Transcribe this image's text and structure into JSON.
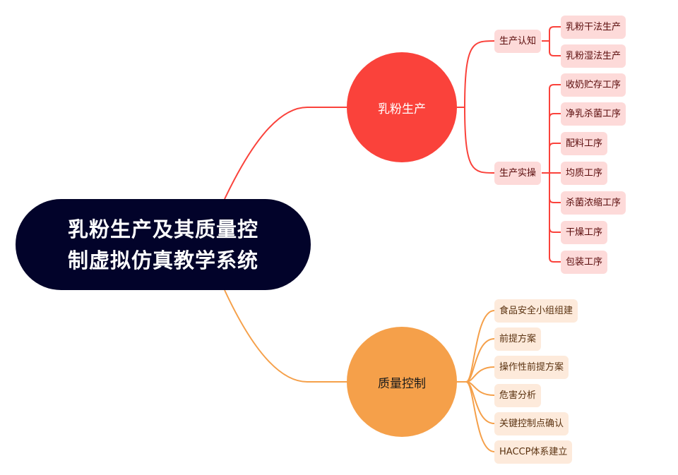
{
  "root": {
    "line1": "乳粉生产及其质量控",
    "line2": "制虚拟仿真教学系统"
  },
  "branches": [
    {
      "label": "乳粉生产",
      "color": "#fa423b",
      "children": [
        {
          "label": "生产认知",
          "children": [
            "乳粉干法生产",
            "乳粉湿法生产"
          ]
        },
        {
          "label": "生产实操",
          "children": [
            "收奶贮存工序",
            "净乳杀菌工序",
            "配料工序",
            "均质工序",
            "杀菌浓缩工序",
            "干燥工序",
            "包装工序"
          ]
        }
      ]
    },
    {
      "label": "质量控制",
      "color": "#f5a04a",
      "children": [
        "食品安全小组组建",
        "前提方案",
        "操作性前提方案",
        "危害分析",
        "关键控制点确认",
        "HACCP体系建立"
      ]
    }
  ]
}
